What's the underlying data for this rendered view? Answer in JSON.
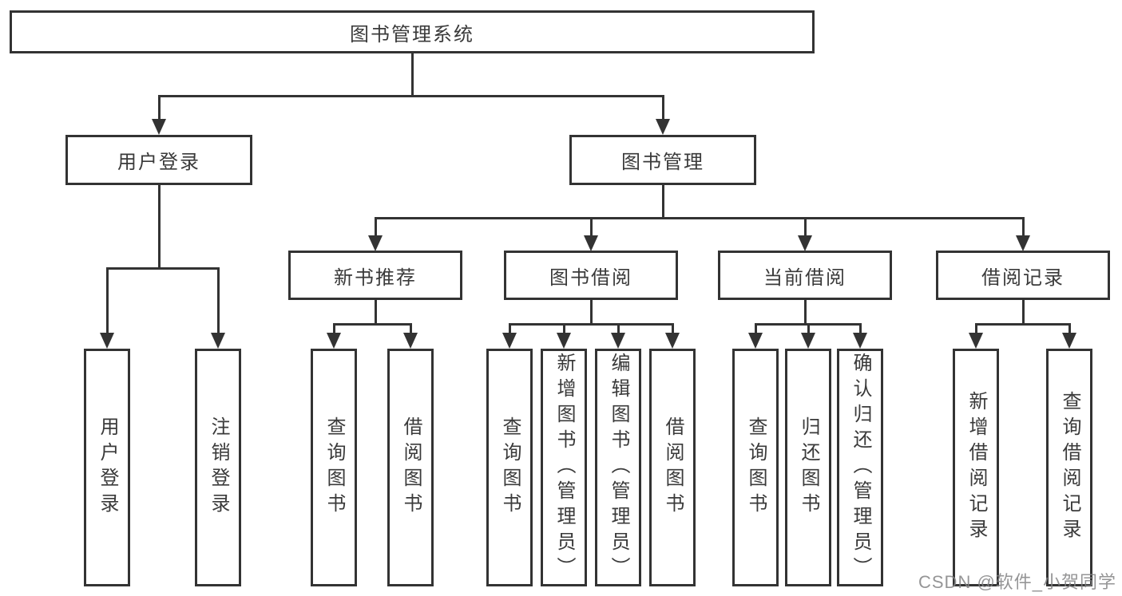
{
  "colors": {
    "line": "#333333",
    "border": "#333333",
    "text": "#3a3a3a",
    "background": "#ffffff",
    "watermark": "#828284"
  },
  "tree": {
    "root": {
      "label": "图书管理系统"
    },
    "level2": [
      {
        "label": "用户登录"
      },
      {
        "label": "图书管理"
      }
    ],
    "level3": [
      {
        "label": "新书推荐"
      },
      {
        "label": "图书借阅"
      },
      {
        "label": "当前借阅"
      },
      {
        "label": "借阅记录"
      }
    ],
    "leaves": {
      "user_login": [
        {
          "label": "用户登录"
        },
        {
          "label": "注销登录"
        }
      ],
      "new_book_recommend": [
        {
          "label": "查询图书"
        },
        {
          "label": "借阅图书"
        }
      ],
      "book_borrow": [
        {
          "label": "查询图书"
        },
        {
          "label": "新增图书（管理员）"
        },
        {
          "label": "编辑图书（管理员）"
        },
        {
          "label": "借阅图书"
        }
      ],
      "current_borrow": [
        {
          "label": "查询图书"
        },
        {
          "label": "归还图书"
        },
        {
          "label": "确认归还（管理员）"
        }
      ],
      "borrow_records": [
        {
          "label": "新增借阅记录"
        },
        {
          "label": "查询借阅记录"
        }
      ]
    }
  },
  "watermark": {
    "text": "CSDN @软件_小贺同学"
  }
}
